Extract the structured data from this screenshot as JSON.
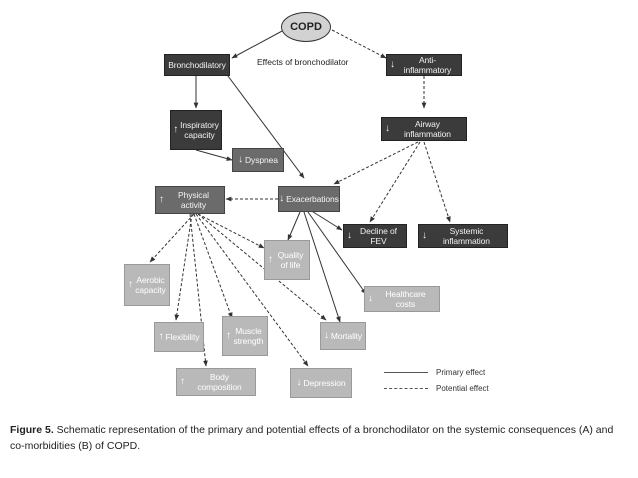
{
  "diagram": {
    "center": "COPD",
    "effects_label": "Effects of bronchodilator",
    "nodes": {
      "bronchodilatory": {
        "label": "Bronchodilatory",
        "arrow": ""
      },
      "anti_inflammatory": {
        "label": "Anti-inflammatory",
        "arrow": "↓"
      },
      "inspiratory_capacity": {
        "label": "Inspiratory capacity",
        "arrow": "↑"
      },
      "airway_inflammation": {
        "label": "Airway inflammation",
        "arrow": "↓"
      },
      "dyspnea": {
        "label": "Dyspnea",
        "arrow": "↓"
      },
      "physical_activity": {
        "label": "Physical activity",
        "arrow": "↑"
      },
      "exacerbations": {
        "label": "Exacerbations",
        "arrow": "↓"
      },
      "decline_fev": {
        "label": "Decline of FEV",
        "arrow": "↓"
      },
      "systemic_inflammation": {
        "label": "Systemic inflammation",
        "arrow": "↓"
      },
      "quality_of_life": {
        "label": "Quality of life",
        "arrow": "↑"
      },
      "aerobic_capacity": {
        "label": "Aerobic capacity",
        "arrow": "↑"
      },
      "healthcare_costs": {
        "label": "Healthcare costs",
        "arrow": "↓"
      },
      "flexibility": {
        "label": "Flexibility",
        "arrow": "↑"
      },
      "muscle_strength": {
        "label": "Muscle strength",
        "arrow": "↑"
      },
      "mortality": {
        "label": "Mortality",
        "arrow": "↓"
      },
      "body_composition": {
        "label": "Body composition",
        "arrow": "↑"
      },
      "depression": {
        "label": "Depression",
        "arrow": "↓"
      }
    },
    "legend": {
      "primary": "Primary effect",
      "potential": "Potential effect"
    }
  },
  "caption": {
    "figure_label": "Figure 5.",
    "text": " Schematic representation of the primary and potential effects of a bronchodilator on the systemic consequences (A) and co-morbidities (B) of COPD."
  }
}
